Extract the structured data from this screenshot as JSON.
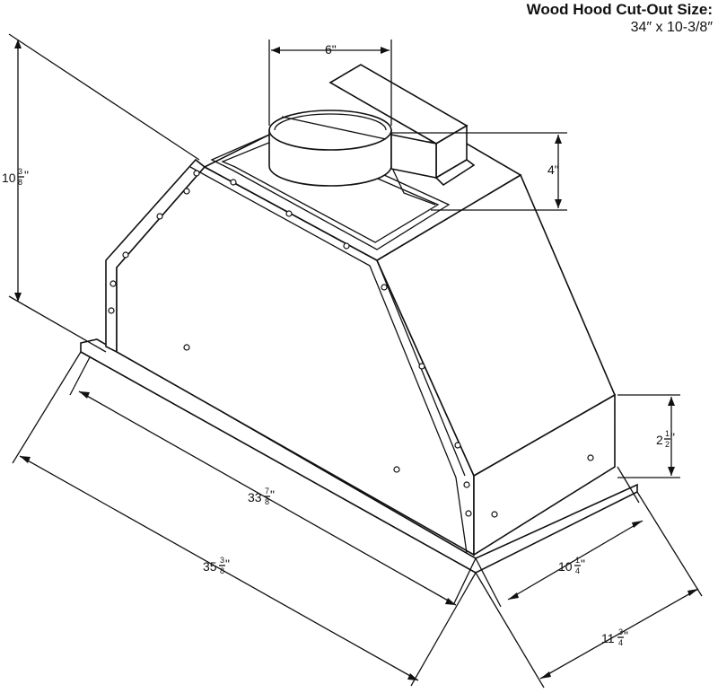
{
  "title": {
    "heading": "Wood Hood Cut-Out Size:",
    "size": "34″ x 10-3/8″"
  },
  "dimensions": {
    "duct_width": "6\"",
    "duct_height": "4\"",
    "overall_height": {
      "whole": "10",
      "num": "3",
      "den": "8"
    },
    "front_height": {
      "whole": "2",
      "num": "1",
      "den": "2"
    },
    "body_length": {
      "whole": "33",
      "num": "7",
      "den": "8"
    },
    "flange_length": {
      "whole": "35",
      "num": "3",
      "den": "8"
    },
    "body_depth": {
      "whole": "10",
      "num": "1",
      "den": "4"
    },
    "flange_depth": {
      "whole": "11",
      "num": "3",
      "den": "4"
    },
    "quote": "\""
  }
}
